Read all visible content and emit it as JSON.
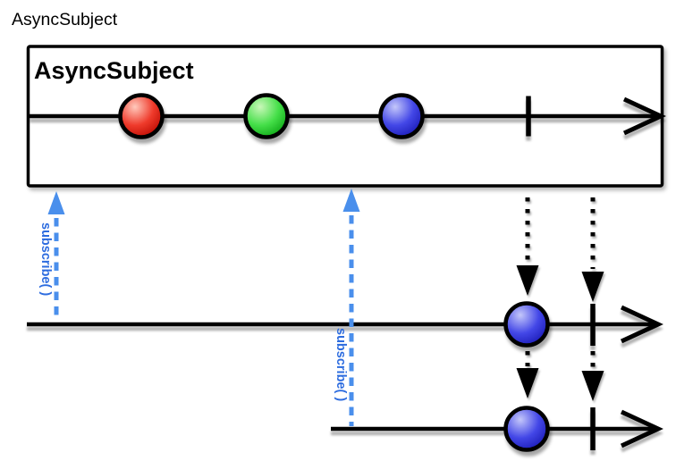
{
  "page": {
    "title": "AsyncSubject",
    "background": "#ffffff"
  },
  "source_box": {
    "label": "AsyncSubject"
  },
  "subscriptions": [
    {
      "label": "subscribe( )"
    },
    {
      "label": "subscribe( )"
    }
  ],
  "colors": {
    "outline": "#000000",
    "subscribe_dash": "#4a8fec",
    "subscribe_text": "#2d6cdf",
    "marble_red": {
      "highlight": "#ffc9bc",
      "mid": "#ef3b2c",
      "dark": "#bb0a00"
    },
    "marble_green": {
      "highlight": "#c9f7b9",
      "mid": "#45df49",
      "dark": "#0ba513"
    },
    "marble_blue": {
      "highlight": "#c4c7fa",
      "mid": "#4347e7",
      "dark": "#1919b4"
    }
  },
  "diagram": {
    "type": "marble-diagram",
    "source_marbles": [
      "red",
      "green",
      "blue"
    ],
    "source_completes": true,
    "subscriber_outputs": [
      {
        "marbles": [
          "blue"
        ],
        "completes": true
      },
      {
        "marbles": [
          "blue"
        ],
        "completes": true
      }
    ]
  }
}
